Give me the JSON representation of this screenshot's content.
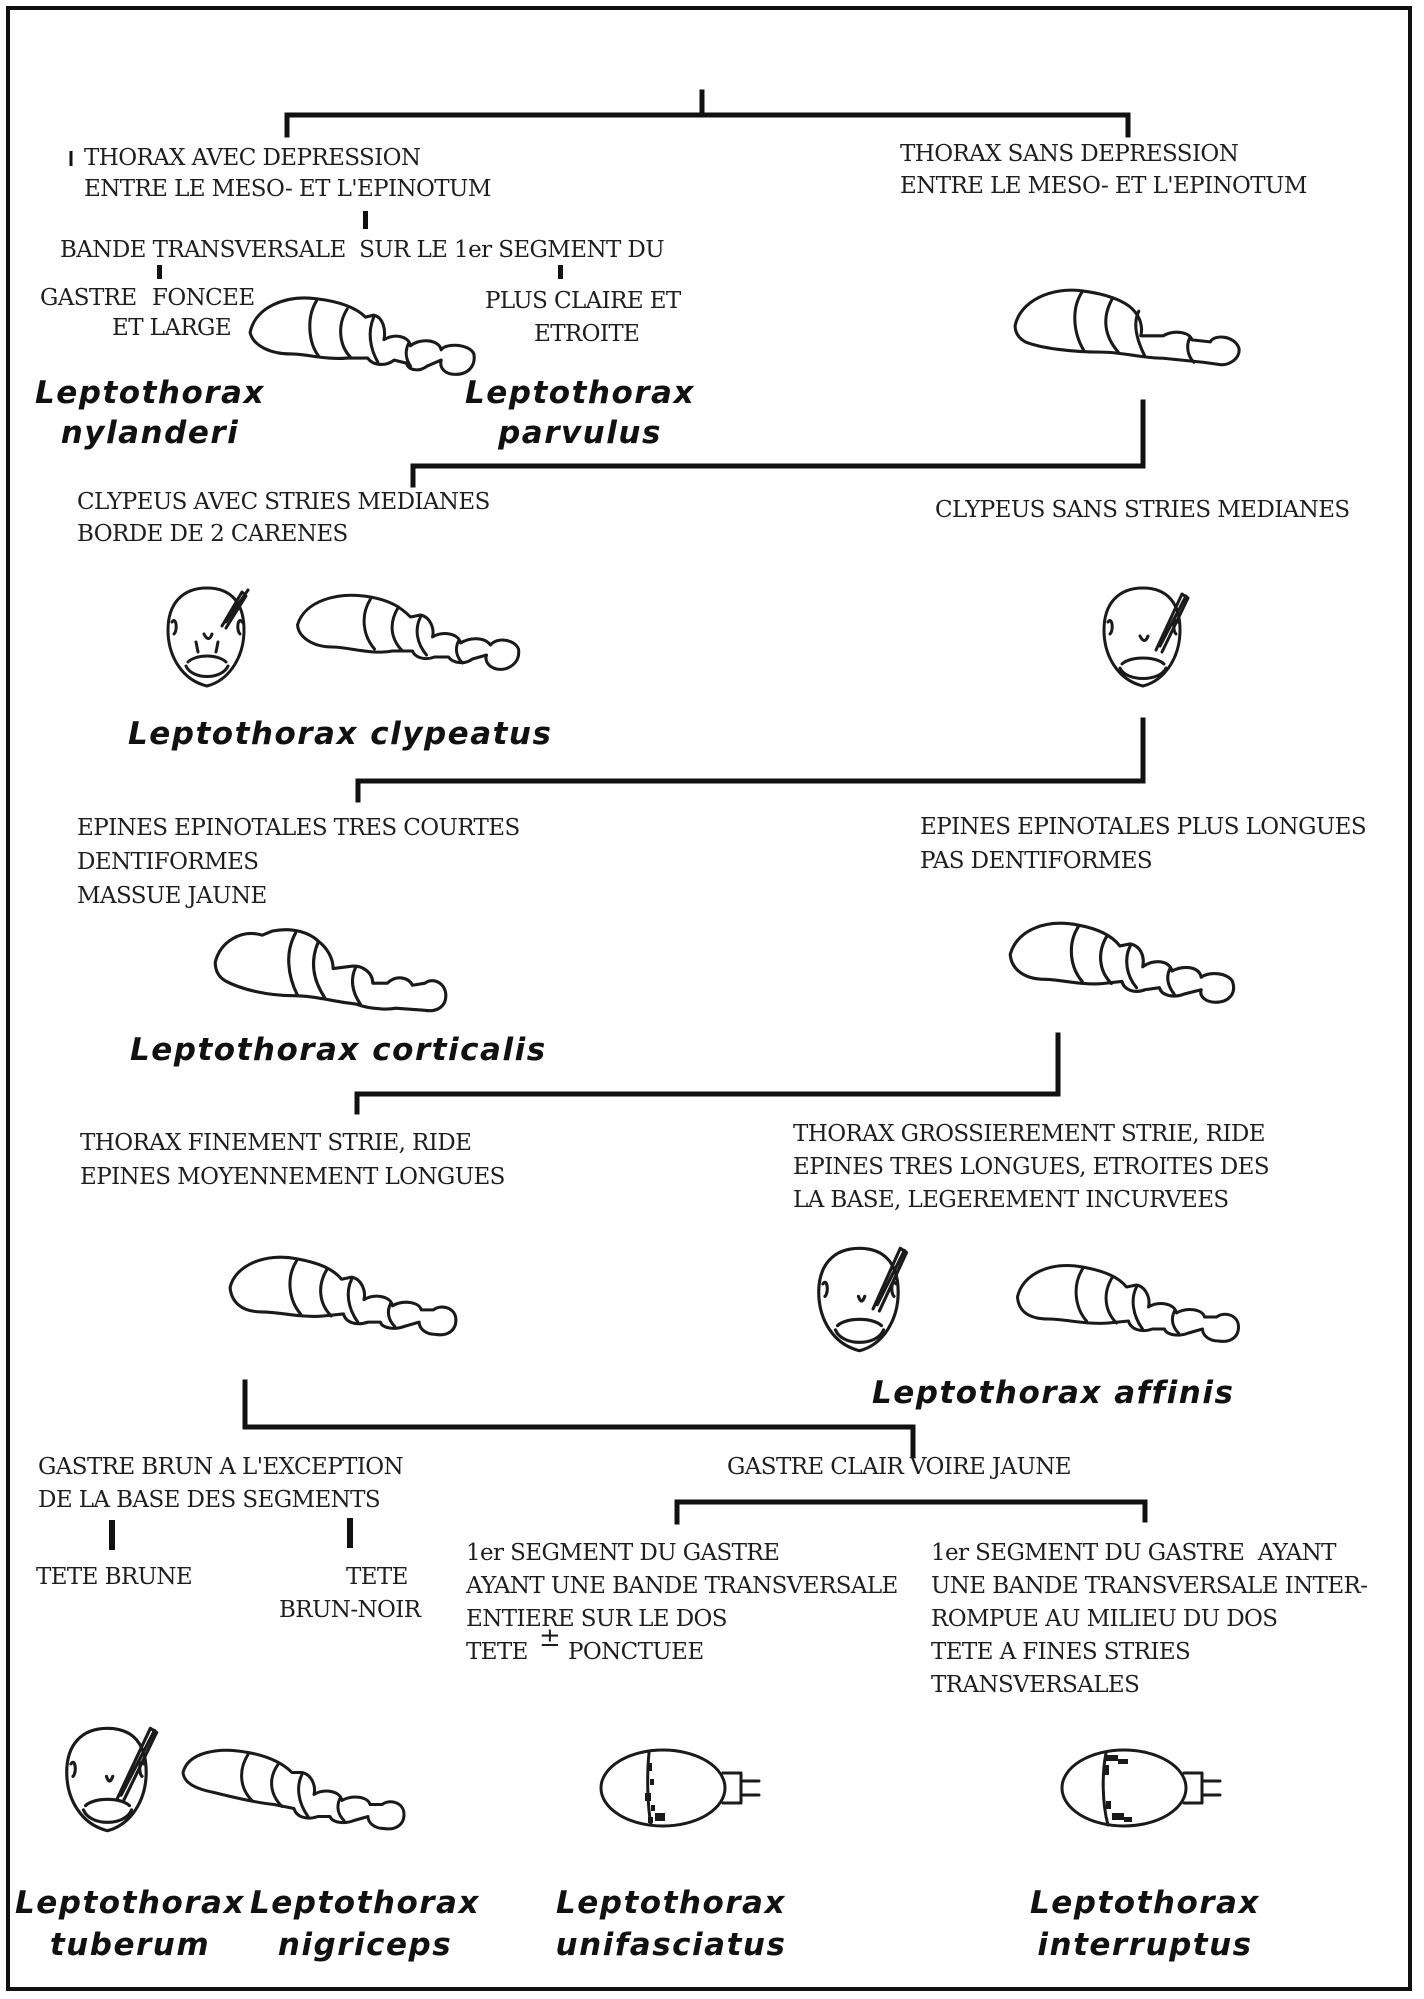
{
  "couplets": {
    "c1": {
      "left": [
        "THORAX AVEC DEPRESSION",
        "ENTRE LE MESO- ET L'EPINOTUM"
      ],
      "right": [
        "THORAX SANS DEPRESSION",
        "ENTRE LE MESO- ET L'EPINOTUM"
      ],
      "sub": "BANDE TRANSVERSALE  SUR LE 1er SEGMENT DU",
      "sub_gastre": "GASTRE",
      "sub_left": [
        "FONCEE",
        "ET LARGE"
      ],
      "sub_right": [
        "PLUS CLAIRE ET",
        "ETROITE"
      ]
    },
    "c2": {
      "left": [
        "CLYPEUS AVEC STRIES MEDIANES",
        "BORDE DE 2 CARENES"
      ],
      "right": [
        "CLYPEUS SANS STRIES MEDIANES"
      ]
    },
    "c3": {
      "left": [
        "EPINES EPINOTALES TRES COURTES",
        "DENTIFORMES",
        "MASSUE JAUNE"
      ],
      "right": [
        "EPINES EPINOTALES PLUS LONGUES",
        "PAS DENTIFORMES"
      ]
    },
    "c4": {
      "left": [
        "THORAX FINEMENT STRIE, RIDE",
        "EPINES MOYENNEMENT LONGUES"
      ],
      "right": [
        "THORAX GROSSIEREMENT STRIE, RIDE",
        "EPINES TRES LONGUES, ETROITES DES",
        "LA BASE, LEGEREMENT INCURVEES"
      ]
    },
    "c5": {
      "left": [
        "GASTRE BRUN A L'EXCEPTION",
        "DE LA BASE DES SEGMENTS"
      ],
      "left_a": "TETE BRUNE",
      "left_b": [
        "TETE",
        "BRUN-NOIR"
      ],
      "right": "GASTRE CLAIR VOIRE JAUNE",
      "right_a": [
        "1er SEGMENT DU GASTRE",
        "AYANT UNE BANDE TRANSVERSALE",
        "ENTIERE SUR LE DOS",
        "TETE ",
        "PONCTUEE"
      ],
      "plusminus": "±",
      "right_b": [
        "1er SEGMENT DU GASTRE  AYANT",
        "UNE BANDE TRANSVERSALE INTER-",
        "ROMPUE AU MILIEU DU DOS",
        "TETE A FINES STRIES",
        "TRANSVERSALES"
      ]
    }
  },
  "species": {
    "nylanderi": [
      "Leptothorax",
      "nylanderi"
    ],
    "parvulus": [
      "Leptothorax",
      "parvulus"
    ],
    "clypeatus": "Leptothorax clypeatus",
    "corticalis": "Leptothorax corticalis",
    "affinis": "Leptothorax affinis",
    "tuberum": [
      "Leptothorax",
      "tuberum"
    ],
    "nigriceps": [
      "Leptothorax",
      "nigriceps"
    ],
    "unifasciatus": [
      "Leptothorax",
      "unifasciatus"
    ],
    "interruptus": [
      "Leptothorax",
      "interruptus"
    ]
  },
  "figures": {
    "ant_body": "ant-body-profile",
    "ant_head": "ant-head-frontal",
    "gaster": "gaster-dorsal"
  }
}
